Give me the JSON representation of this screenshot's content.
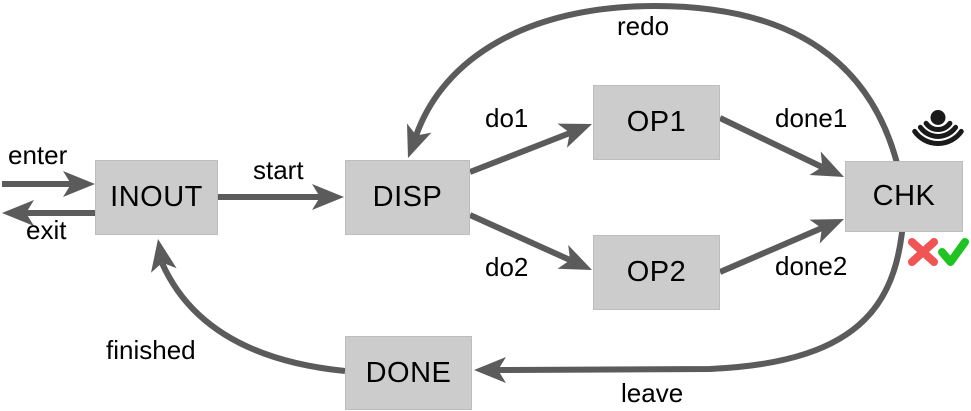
{
  "diagram": {
    "type": "state-machine-flow",
    "colors": {
      "background": "#ffffff",
      "node_fill": "#cccccc",
      "node_border": "#bdbdbd",
      "arrow": "#5b5b5b",
      "text": "#000000",
      "icon": "#1a1a1a",
      "fail": "#f05454",
      "success": "#1fc422"
    },
    "nodes": [
      {
        "id": "INOUT",
        "label": "INOUT"
      },
      {
        "id": "DISP",
        "label": "DISP"
      },
      {
        "id": "OP1",
        "label": "OP1"
      },
      {
        "id": "OP2",
        "label": "OP2"
      },
      {
        "id": "CHK",
        "label": "CHK"
      },
      {
        "id": "DONE",
        "label": "DONE"
      }
    ],
    "edges": [
      {
        "label": "enter",
        "from": "external",
        "to": "INOUT"
      },
      {
        "label": "exit",
        "from": "INOUT",
        "to": "external"
      },
      {
        "label": "start",
        "from": "INOUT",
        "to": "DISP"
      },
      {
        "label": "do1",
        "from": "DISP",
        "to": "OP1"
      },
      {
        "label": "do2",
        "from": "DISP",
        "to": "OP2"
      },
      {
        "label": "done1",
        "from": "OP1",
        "to": "CHK"
      },
      {
        "label": "done2",
        "from": "OP2",
        "to": "CHK"
      },
      {
        "label": "redo",
        "from": "CHK",
        "to": "DISP"
      },
      {
        "label": "leave",
        "from": "CHK",
        "to": "DONE"
      },
      {
        "label": "finished",
        "from": "DONE",
        "to": "INOUT"
      }
    ],
    "icons": [
      {
        "name": "broadcast-icon",
        "attached_to": "CHK",
        "position": "above-right"
      },
      {
        "name": "fail-x-icon",
        "attached_to": "CHK",
        "position": "below-left"
      },
      {
        "name": "success-check-icon",
        "attached_to": "CHK",
        "position": "below-right"
      }
    ]
  }
}
